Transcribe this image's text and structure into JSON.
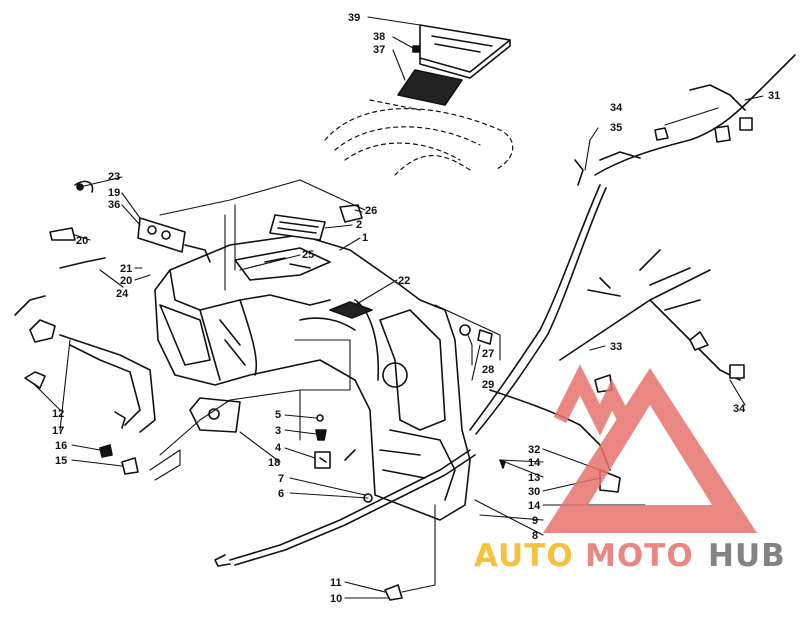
{
  "diagram": {
    "callouts": [
      "39",
      "38",
      "37",
      "34",
      "31",
      "35",
      "23",
      "19",
      "36",
      "26",
      "2",
      "1",
      "25",
      "20",
      "21",
      "20",
      "24",
      "22",
      "27",
      "28",
      "29",
      "33",
      "34",
      "12",
      "17",
      "5",
      "3",
      "4",
      "18",
      "16",
      "15",
      "32",
      "14",
      "13",
      "30",
      "14",
      "9",
      "8",
      "7",
      "6",
      "11",
      "10"
    ]
  },
  "watermark": {
    "word_1": "AUTO",
    "word_2": "MOTO",
    "word_3": "HUB",
    "colors": {
      "auto": "#f5b71b",
      "moto": "#e8736e",
      "hub": "#6e6e6e",
      "logo": "#e8736e"
    }
  }
}
